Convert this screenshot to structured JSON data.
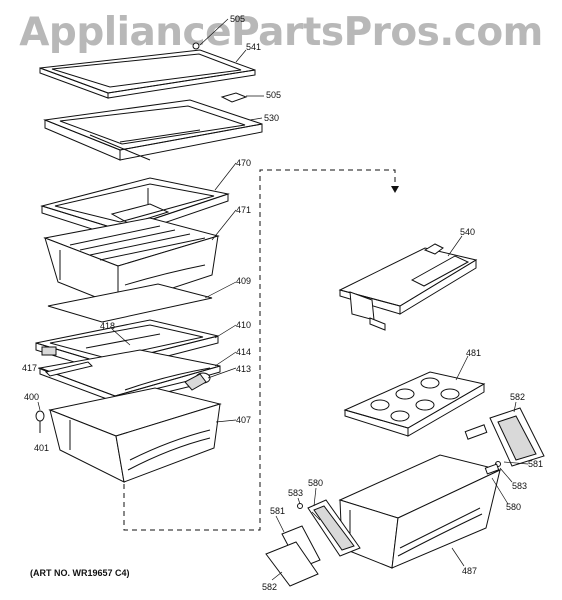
{
  "watermark": "AppliancePartsPros.com",
  "art_number": "(ART NO. WR19657 C4)",
  "part_labels": {
    "p505a": "505",
    "p541": "541",
    "p505b": "505",
    "p530": "530",
    "p470": "470",
    "p471": "471",
    "p409": "409",
    "p418": "418",
    "p410": "410",
    "p414": "414",
    "p413": "413",
    "p417": "417",
    "p400": "400",
    "p401": "401",
    "p407": "407",
    "p540": "540",
    "p481": "481",
    "p582a": "582",
    "p581a": "581",
    "p583a": "583",
    "p580a": "580",
    "p583b": "583",
    "p580b": "580",
    "p581b": "581",
    "p582b": "582",
    "p487": "487"
  }
}
